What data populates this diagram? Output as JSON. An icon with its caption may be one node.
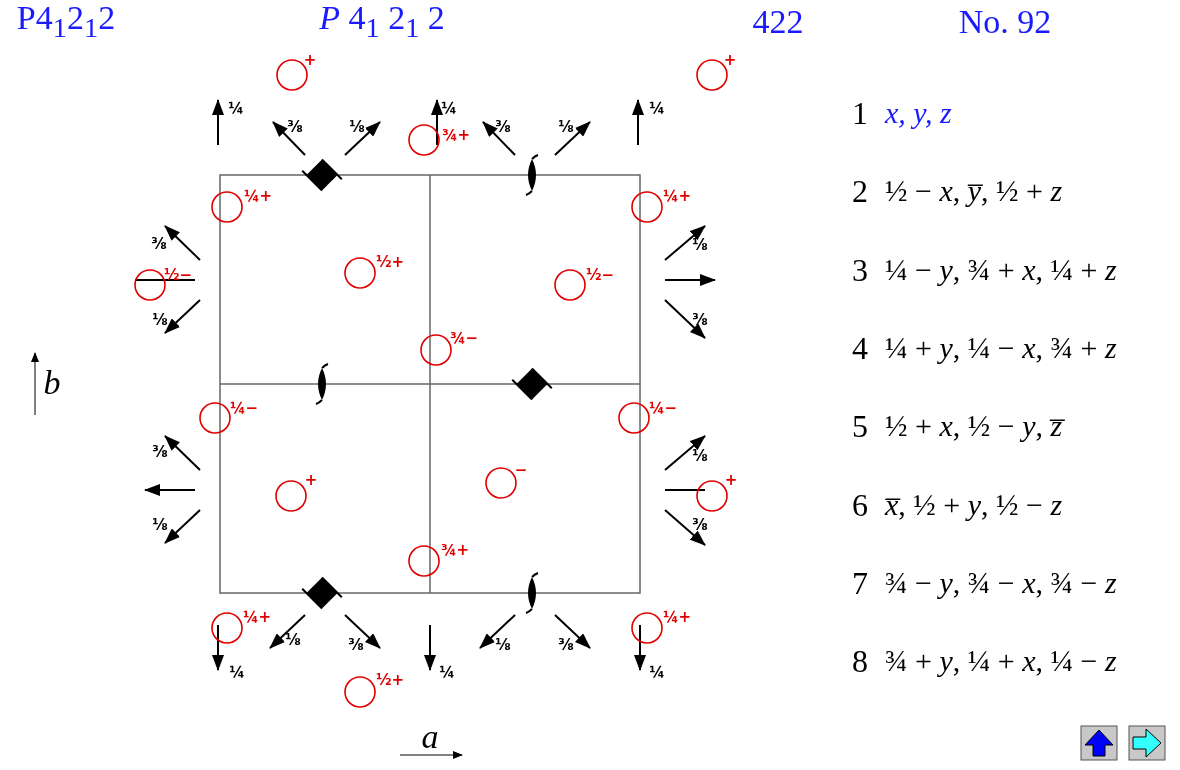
{
  "diagram": {
    "title": "P4$_{1}$2$_{1}$2",
    "labels": [
      "*P* 4$_{1}$ 2$_{1}$ 2",
      "422",
      "No. 92",
      "+",
      "+",
      "¼",
      "¼",
      "¼",
      "⅜",
      "⅛",
      "¾+",
      "⅜",
      "⅛",
      "¼+",
      "¼+",
      "⅜",
      "⅛",
      "½+",
      "½−",
      "½−",
      "⅛",
      "⅜",
      "¾−",
      "b",
      "¼−",
      "¼−",
      "⅜",
      "⅛",
      "+",
      "−",
      "+",
      "⅛",
      "⅜",
      "¾+",
      "¼+",
      "¼+",
      "⅛",
      "⅜",
      "⅛",
      "⅜",
      "¼",
      "¼",
      "¼",
      "½+",
      "a",
      "1",
      "*x*, *y*, *z*",
      "2",
      "½ − *x*, *y̅*, ½ + *z*",
      "3",
      "¼ − *y*, ¾ + *x*, ¼ + *z*",
      "4",
      "¼ + *y*, ¼ − *x*, ¾ + *z*",
      "5",
      "½ + *x*, ½ − *y*, *z̅*",
      "6",
      "*x̅*, ½ + *y*, ½ − *z*",
      "7",
      "¾ − *y*, ¾ − *x*, ¾ − *z*",
      "8",
      "¾ + *y*, ¼ + *x*, ¼ − *z*"
    ]
  }
}
